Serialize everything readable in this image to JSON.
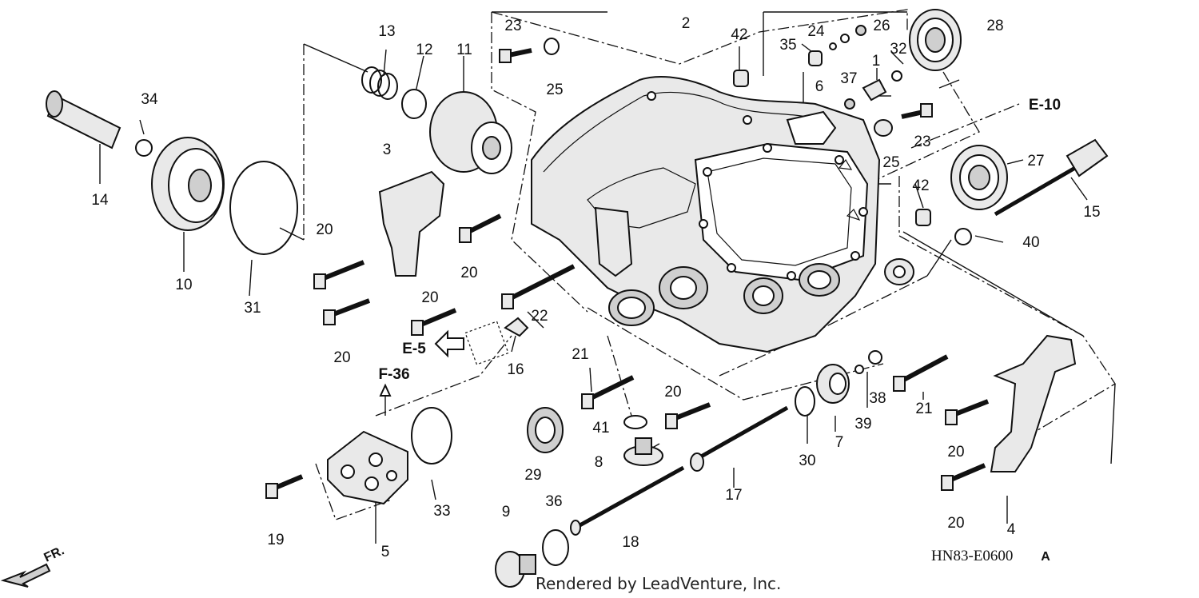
{
  "callouts": [
    "1",
    "2",
    "3",
    "4",
    "5",
    "6",
    "7",
    "8",
    "9",
    "10",
    "11",
    "12",
    "13",
    "14",
    "15",
    "16",
    "17",
    "18",
    "19",
    "20",
    "21",
    "22",
    "23",
    "24",
    "25",
    "26",
    "27",
    "28",
    "29",
    "30",
    "31",
    "32",
    "33",
    "34",
    "35",
    "36",
    "37",
    "38",
    "39",
    "40",
    "41",
    "42"
  ],
  "section_refs": {
    "e10": "E-10",
    "e5": "E-5",
    "f36": "F-36"
  },
  "diagram_code": "HN83-E0600",
  "diagram_code_suffix": "A",
  "direction_label": "FR.",
  "footer_credit": "Rendered by LeadVenture, Inc."
}
